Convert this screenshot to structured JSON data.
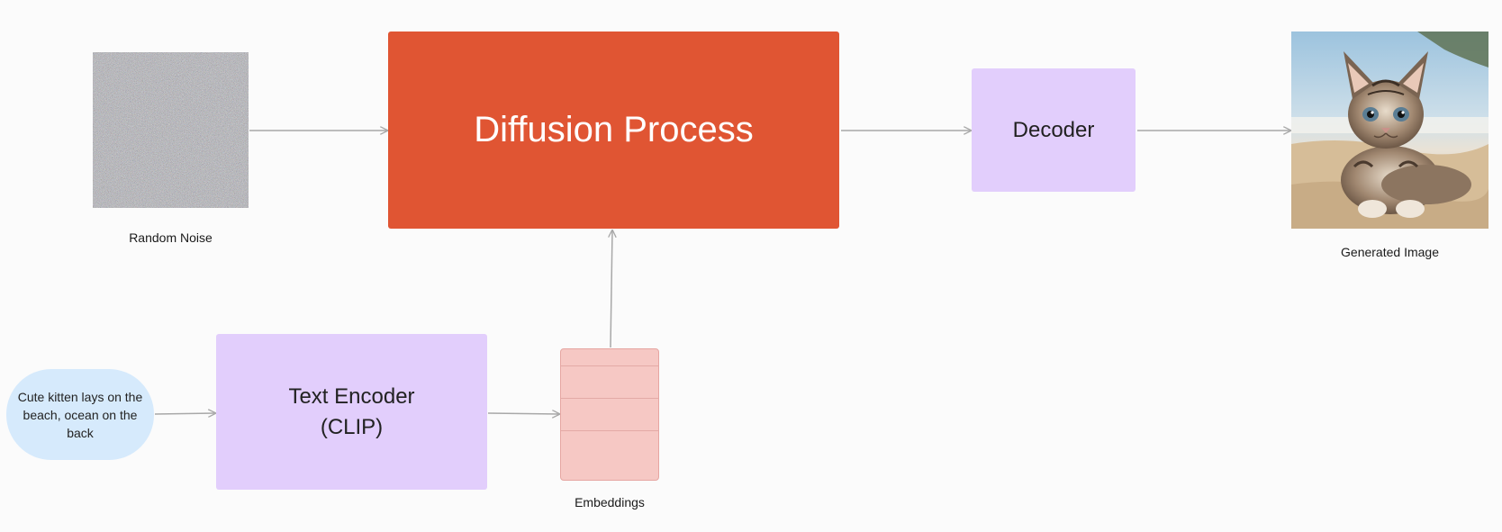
{
  "nodes": {
    "noise_label": "Random Noise",
    "diffusion_label": "Diffusion Process",
    "decoder_label": "Decoder",
    "text_encoder_line1": "Text Encoder",
    "text_encoder_line2": "(CLIP)",
    "prompt_text": "Cute kitten lays on the beach, ocean on the back",
    "embeddings_label": "Embeddings",
    "generated_label": "Generated Image"
  },
  "colors": {
    "diffusion": "#e05533",
    "purple_box": "#e2cefc",
    "prompt_bubble": "#d6eafc",
    "embeddings": "#f6c8c4",
    "arrow": "#a8a8a8"
  }
}
